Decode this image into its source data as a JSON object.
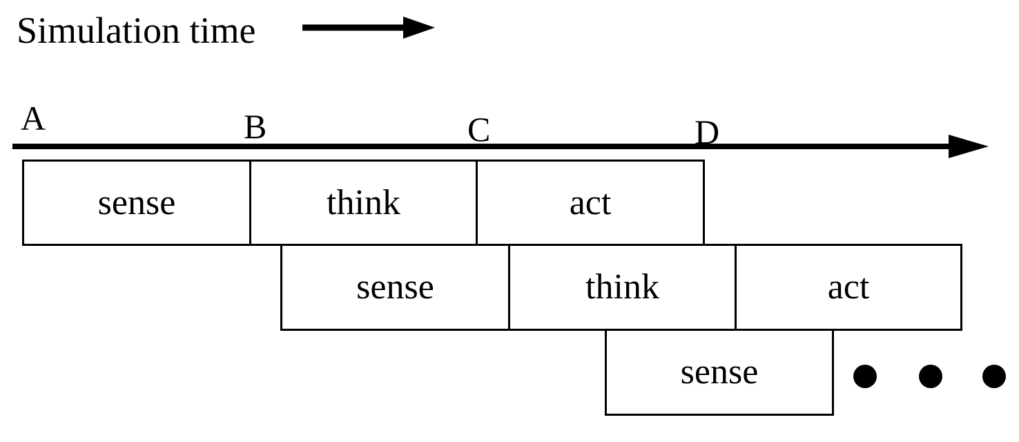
{
  "title": "Simulation time",
  "markers": [
    "A",
    "B",
    "C",
    "D"
  ],
  "rows": [
    [
      "sense",
      "think",
      "act"
    ],
    [
      "sense",
      "think",
      "act"
    ],
    [
      "sense"
    ]
  ],
  "continuation": "• • •"
}
